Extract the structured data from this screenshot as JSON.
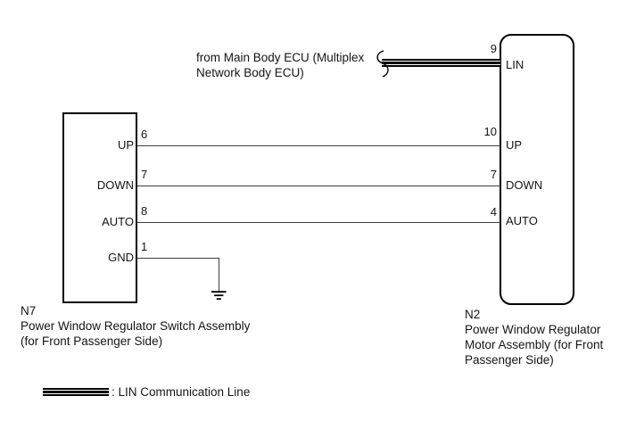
{
  "diagram": {
    "ecu_note": {
      "line1": "from Main Body ECU (Multiplex",
      "line2": "Network Body ECU)"
    },
    "left_component": {
      "caption_lines": [
        "N7",
        "Power Window Regulator Switch Assembly",
        "(for Front Passenger Side)"
      ],
      "pins": [
        {
          "number": "6",
          "label": "UP"
        },
        {
          "number": "7",
          "label": "DOWN"
        },
        {
          "number": "8",
          "label": "AUTO"
        },
        {
          "number": "1",
          "label": "GND"
        }
      ]
    },
    "right_component": {
      "caption_lines": [
        "N2",
        "Power Window Regulator",
        "Motor Assembly (for Front",
        "Passenger Side)"
      ],
      "pins": [
        {
          "number": "9",
          "label": "LIN"
        },
        {
          "number": "10",
          "label": "UP"
        },
        {
          "number": "7",
          "label": "DOWN"
        },
        {
          "number": "4",
          "label": "AUTO"
        }
      ]
    },
    "legend": {
      "label": ": LIN Communication Line"
    },
    "icons": {
      "ground": "ground-symbol",
      "line_break": "wire-continuation-squiggle"
    },
    "colors": {
      "background": "#ffffff",
      "box_border": "#000000",
      "wire": "#3d3d3d",
      "lin_line": "#000000",
      "text": "#141414"
    }
  }
}
